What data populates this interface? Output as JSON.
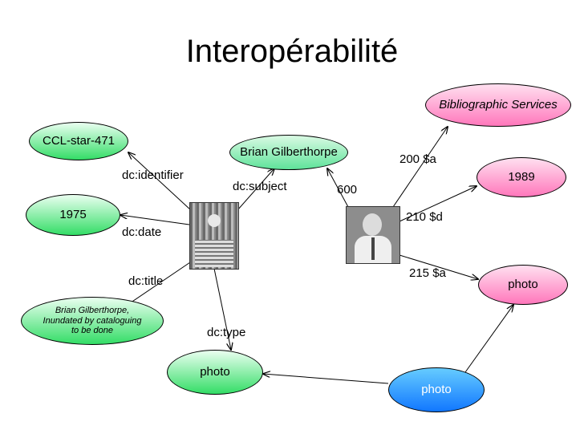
{
  "title": "Interopérabilité",
  "nodes": {
    "ccl": "CCL-star-471",
    "y1975": "1975",
    "title_note": "Brian Gilberthorpe, Inundated by cataloguing to be done",
    "photo_left": "photo",
    "subject": "Brian Gilberthorpe",
    "biblio": "Bibliographic Services",
    "y1989": "1989",
    "photo_right": "photo",
    "photo_blue": "photo"
  },
  "edges": {
    "identifier": "dc:identifier",
    "date": "dc:date",
    "title": "dc:title",
    "type": "dc:type",
    "subject": "dc:subject",
    "f600": "600",
    "f200a": "200 $a",
    "f210d": "210 $d",
    "f215a": "215 $a"
  },
  "colors": {
    "green": "#33dd66",
    "pink": "#ff77bb",
    "blue": "#1177ff"
  }
}
